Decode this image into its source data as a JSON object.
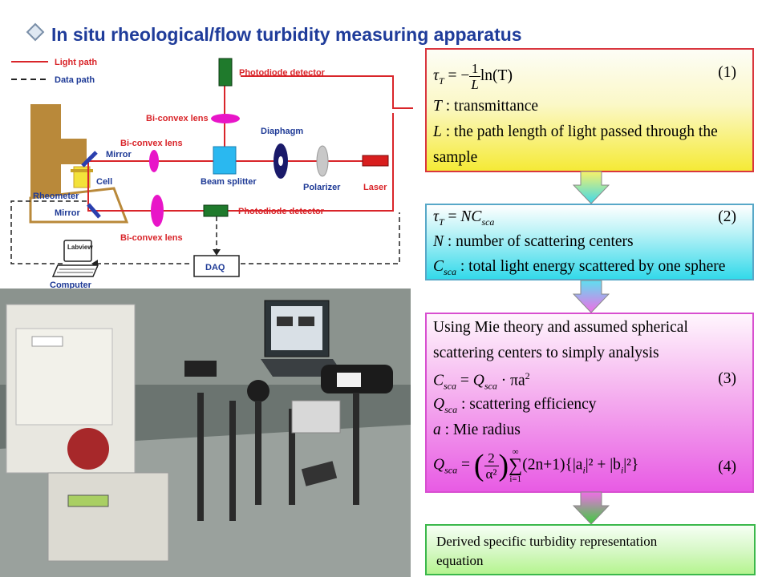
{
  "title": "In situ rheological/flow turbidity measuring apparatus",
  "legend": {
    "light": "Light path",
    "data": "Data path"
  },
  "diagram_labels": {
    "photodiode_top": "Photodiode detector",
    "bi_convex_top": "Bi-convex lens",
    "bi_convex_mid": "Bi-convex lens",
    "bi_convex_bottom": "Bi-convex lens",
    "diaphragm": "Diaphagm",
    "mirror_top": "Mirror",
    "mirror_bottom": "Mirror",
    "cell": "Cell",
    "beam_splitter": "Beam splitter",
    "polarizer": "Polarizer",
    "laser": "Laser",
    "rheometer": "Rheometer",
    "photodiode_bottom": "Photodiode detector",
    "labview": "Labview",
    "daq": "DAQ",
    "computer": "Computer"
  },
  "colors": {
    "title": "#1f3c9a",
    "light_path": "#d9252a",
    "label_red": "#d9252a",
    "label_blue": "#1e3a96",
    "lens_magenta": "#e815c8",
    "detector_green": "#1f7a2c",
    "beam_splitter": "#2ab8f0",
    "diaphragm": "#1a1a6a",
    "rheometer": "#b9893a",
    "laser": "#d81e1e"
  },
  "box1": {
    "eq_lhs": "τ",
    "eq_lhs_sub": "T",
    "eq_mid": " = −",
    "frac_num": "1",
    "frac_den": "L",
    "eq_rhs": "ln(T)",
    "eq_num": "(1)",
    "l1_sym": "T",
    "l1_text": " :  transmittance",
    "l2_sym": "L",
    "l2_text": " :  the path length of light passed through the",
    "l3_text": "sample"
  },
  "box2": {
    "eq_lhs": "τ",
    "eq_lhs_sub": "T",
    "eq_mid": " = ",
    "eq_rhs": "NC",
    "eq_rhs_sub": "sca",
    "eq_num": "(2)",
    "l1_sym": "N",
    "l1_text": " :  number of scattering centers",
    "l2_sym": "C",
    "l2_sub": "sca",
    "l2_text": " :  total light energy scattered by one sphere"
  },
  "box3": {
    "l1": "Using Mie theory and assumed spherical",
    "l2": "scattering centers to simply analysis",
    "eq3_lhs": "C",
    "eq3_lhs_sub": "sca",
    "eq3_mid": " = ",
    "eq3_q": "Q",
    "eq3_q_sub": "sca",
    "eq3_rest": " · πa",
    "eq3_sup": "2",
    "eq3_num": "(3)",
    "l4_sym": "Q",
    "l4_sub": "sca",
    "l4_text": " :  scattering efficiency",
    "l5_sym": "a",
    "l5_text": " :  Mie radius",
    "eq4_lhs": "Q",
    "eq4_lhs_sub": "sca",
    "eq4_mid": " = ",
    "eq4_frac_num": "2",
    "eq4_frac_den": "α²",
    "eq4_sum_top": "∞",
    "eq4_sum_bot": "i=1",
    "eq4_body": "(2n+1){|a",
    "eq4_body_sub1": "i",
    "eq4_body2": "|² + |b",
    "eq4_body_sub2": "i",
    "eq4_body3": "|²}",
    "eq4_num": "(4)"
  },
  "box4": {
    "l1": "Derived specific turbidity representation",
    "l2": "equation"
  }
}
